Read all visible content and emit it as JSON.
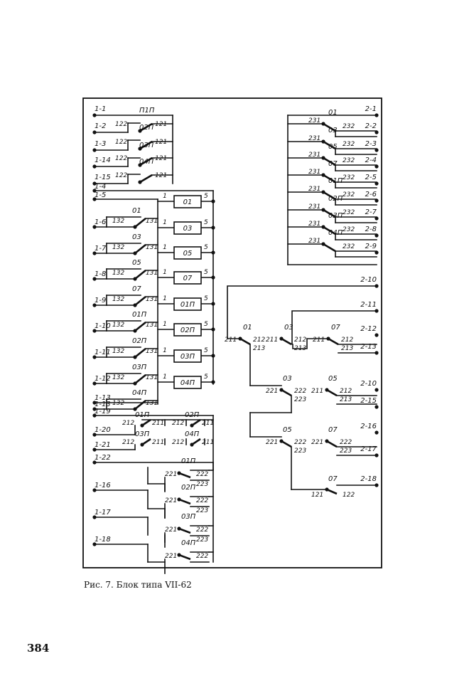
{
  "caption": "Рис. 7. Блок типа VII-62",
  "page_number": "384",
  "terminals": {
    "left": [
      "1-1",
      "1-2",
      "1-3",
      "1-14",
      "1-15",
      "1-4",
      "1-5",
      "1-6",
      "1-7",
      "1-8",
      "1-9",
      "1-10",
      "1-11",
      "1-12",
      "1-13",
      "1-19",
      "1-20",
      "1-21",
      "1-22",
      "1-16",
      "1-17",
      "1-18"
    ],
    "right_top": [
      "2-1",
      "2-2",
      "2-3",
      "2-4",
      "2-5",
      "2-6",
      "2-7",
      "2-8",
      "2-9"
    ],
    "right_bottom": [
      "2-10",
      "2-11",
      "2-12",
      "2-13",
      "2-10",
      "2-15",
      "2-16",
      "2-17",
      "2-18"
    ]
  },
  "top_left_contacts": [
    {
      "relay": "П1П",
      "left": "122",
      "right": "121"
    },
    {
      "relay": "02П",
      "left": "122",
      "right": "121"
    },
    {
      "relay": "03П",
      "left": "122",
      "right": "121"
    },
    {
      "relay": "04П",
      "left": "122",
      "right": "121"
    }
  ],
  "relay_coils": [
    {
      "name": "01",
      "pin_in": "1",
      "pin_out": "5"
    },
    {
      "name": "03",
      "pin_in": "1",
      "pin_out": "5"
    },
    {
      "name": "05",
      "pin_in": "1",
      "pin_out": "5"
    },
    {
      "name": "07",
      "pin_in": "1",
      "pin_out": "5"
    },
    {
      "name": "01П",
      "pin_in": "1",
      "pin_out": "5"
    },
    {
      "name": "02П",
      "pin_in": "1",
      "pin_out": "5"
    },
    {
      "name": "03П",
      "pin_in": "1",
      "pin_out": "5"
    },
    {
      "name": "04П",
      "pin_in": "1",
      "pin_out": "5"
    }
  ],
  "mid_left_contacts": [
    {
      "relay": "01",
      "left": "132",
      "right": "131"
    },
    {
      "relay": "03",
      "left": "132",
      "right": "131"
    },
    {
      "relay": "05",
      "left": "132",
      "right": "131"
    },
    {
      "relay": "07",
      "left": "132",
      "right": "131"
    },
    {
      "relay": "01П",
      "left": "132",
      "right": "131"
    },
    {
      "relay": "02П",
      "left": "132",
      "right": "131"
    },
    {
      "relay": "03П",
      "left": "132",
      "right": "131"
    },
    {
      "relay": "04П",
      "left": "132",
      "right": "131"
    }
  ],
  "pair_contacts": [
    {
      "relay": "01П",
      "left": "212",
      "right": "211"
    },
    {
      "relay": "02П",
      "left": "212",
      "right": "211"
    },
    {
      "relay": "03П",
      "left": "212",
      "right": "211"
    },
    {
      "relay": "04П",
      "left": "212",
      "right": "211"
    }
  ],
  "changeover_left": [
    {
      "relay": "01П",
      "common": "221",
      "no": "222",
      "nc": "223"
    },
    {
      "relay": "02П",
      "common": "221",
      "no": "222",
      "nc": "223"
    },
    {
      "relay": "03П",
      "common": "221",
      "no": "222",
      "nc": "223"
    },
    {
      "relay": "04П",
      "common": "221",
      "no": "222",
      "nc": ""
    }
  ],
  "right_top_contacts": [
    {
      "relay": "01",
      "left": "231",
      "right": "232"
    },
    {
      "relay": "03",
      "left": "231",
      "right": "232"
    },
    {
      "relay": "05",
      "left": "231",
      "right": "232"
    },
    {
      "relay": "07",
      "left": "231",
      "right": "232"
    },
    {
      "relay": "01П",
      "left": "231",
      "right": "232"
    },
    {
      "relay": "02П",
      "left": "231",
      "right": "232"
    },
    {
      "relay": "03П",
      "left": "231",
      "right": "232"
    },
    {
      "relay": "04П",
      "left": "231",
      "right": "232"
    }
  ],
  "right_network": {
    "row1": [
      {
        "relay": "01",
        "common": "211",
        "no": "212",
        "nc": "213"
      },
      {
        "relay": "03",
        "common": "211",
        "no": "212",
        "nc": "213"
      },
      {
        "relay": "07",
        "common": "211",
        "no": "212",
        "nc": "213"
      }
    ],
    "row2": [
      {
        "relay": "03",
        "common": "221",
        "no": "222",
        "nc": "223"
      },
      {
        "relay": "05",
        "common": "211",
        "no": "212",
        "nc": "213"
      }
    ],
    "row3": [
      {
        "relay": "05",
        "common": "221",
        "no": "222",
        "nc": "223"
      },
      {
        "relay": "07",
        "common": "221",
        "no": "222",
        "nc": "223"
      }
    ],
    "row4": [
      {
        "relay": "07",
        "common": "121",
        "no": "122"
      }
    ]
  }
}
